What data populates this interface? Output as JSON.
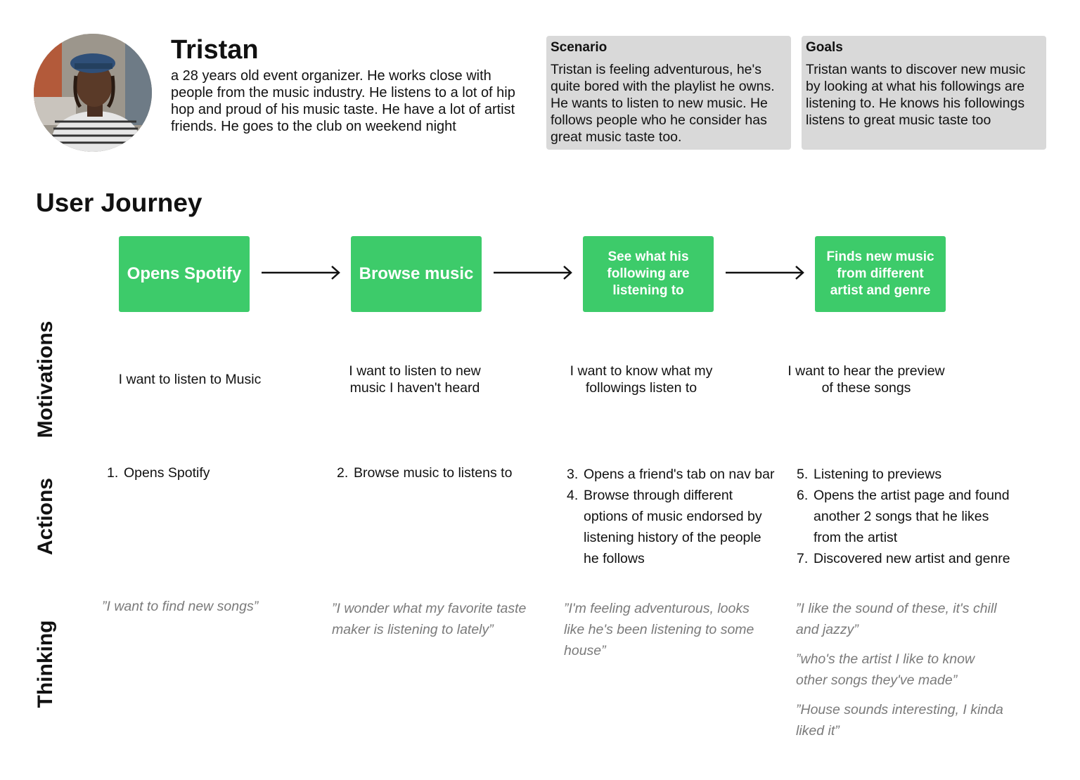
{
  "persona": {
    "name": "Tristan",
    "bio": "a 28 years old event organizer. He works close with people from the music industry. He listens to a lot of hip hop and proud of his music taste. He have a lot of artist friends. He goes to the club on weekend night"
  },
  "scenario": {
    "title": "Scenario",
    "text": "Tristan is feeling adventurous, he's quite bored with the playlist he owns. He wants to listen to new music. He follows people who he consider has great music taste too."
  },
  "goals": {
    "title": "Goals",
    "text": "Tristan wants to discover new music by looking at what his followings are listening to. He knows his followings listens to great music taste too"
  },
  "journey_title": "User Journey",
  "row_labels": {
    "motivations": "Motivations",
    "actions": "Actions",
    "thinking": "Thinking"
  },
  "colors": {
    "step_green": "#3dcb6a",
    "card_gray": "#d9d9d9",
    "thinking_gray": "#7a7a7a"
  },
  "steps": [
    {
      "label": "Opens Spotify",
      "motivation": "I want to listen to Music",
      "actions": [
        {
          "num": "1.",
          "text": "Opens Spotify"
        }
      ],
      "thoughts": [
        "”I want to find new songs”"
      ]
    },
    {
      "label": "Browse music",
      "motivation": "I want to listen to new music I haven't heard",
      "actions": [
        {
          "num": "2.",
          "text": "Browse music to listens to"
        }
      ],
      "thoughts": [
        "”I wonder what my favorite taste maker is listening to lately”"
      ]
    },
    {
      "label": "See what his following are listening to",
      "motivation": "I want to know what my followings listen to",
      "actions": [
        {
          "num": "3.",
          "text": "Opens a friend's tab on nav bar"
        },
        {
          "num": "4.",
          "text": "Browse through different options of music endorsed by listening history of the people he follows"
        }
      ],
      "thoughts": [
        "”I'm feeling adventurous, looks like he's been listening to some house”"
      ]
    },
    {
      "label": "Finds new music from different artist and genre",
      "motivation": "I want to hear the preview of these songs",
      "actions": [
        {
          "num": "5.",
          "text": "Listening to previews"
        },
        {
          "num": "6.",
          "text": "Opens the artist page and found another 2 songs that he likes from the artist"
        },
        {
          "num": "7.",
          "text": "Discovered new artist and genre"
        }
      ],
      "thoughts": [
        "”I like the sound of these, it's chill and jazzy”",
        "”who's the artist I like to know other songs they've made”",
        "”House sounds interesting, I kinda liked it”"
      ]
    }
  ]
}
